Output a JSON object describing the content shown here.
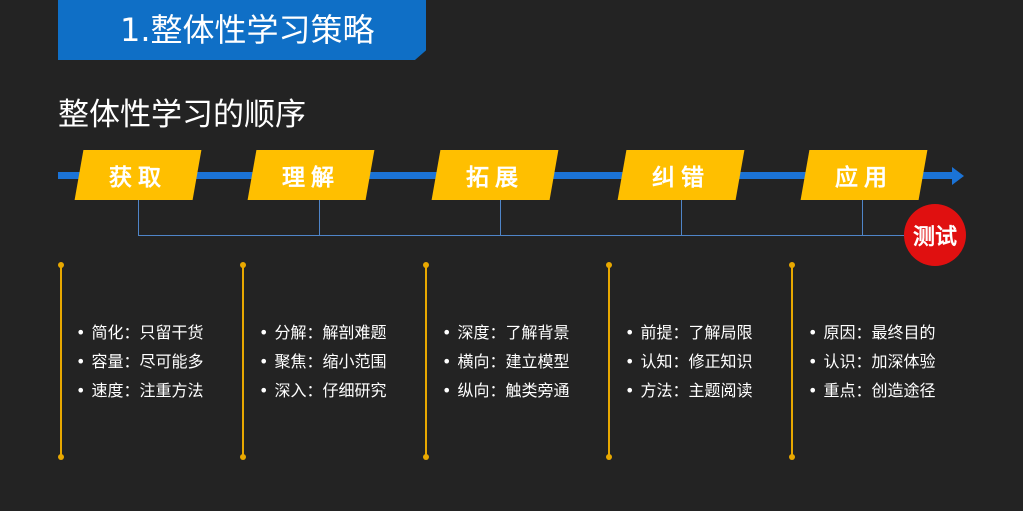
{
  "header": {
    "title": "1.整体性学习策略"
  },
  "subtitle": "整体性学习的顺序",
  "timeline": {
    "line_color": "#1b73d6",
    "stage_color": "#ffbf00",
    "stages": [
      {
        "label": "获取",
        "items": [
          "简化：只留干货",
          "容量：尽可能多",
          "速度：注重方法"
        ]
      },
      {
        "label": "理解",
        "items": [
          "分解：解剖难题",
          "聚焦：缩小范围",
          "深入：仔细研究"
        ]
      },
      {
        "label": "拓展",
        "items": [
          "深度：了解背景",
          "横向：建立模型",
          "纵向：触类旁通"
        ]
      },
      {
        "label": "纠错",
        "items": [
          "前提：了解局限",
          "认知：修正知识",
          "方法：主题阅读"
        ]
      },
      {
        "label": "应用",
        "items": [
          "原因：最终目的",
          "认识：加深体验",
          "重点：创造途径"
        ]
      }
    ],
    "test_label": "测试",
    "test_color": "#e01010"
  }
}
